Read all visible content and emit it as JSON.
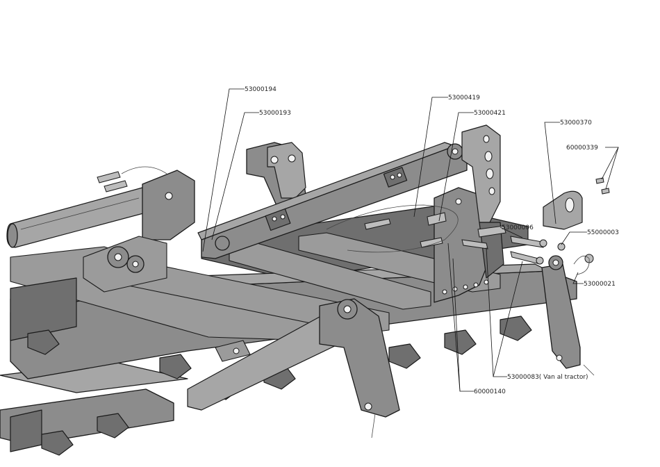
{
  "drawing": {
    "part_labels": {
      "p53000194": "53000194",
      "p53000193": "53000193",
      "p53000419": "53000419",
      "p53000421": "53000421",
      "p53000370": "53000370",
      "p60000339": "60000339",
      "p53000006": "53000006",
      "p55000003": "55000003",
      "p53000021": "53000021",
      "p53000083": "53000083( Van al tractor)",
      "p60000140": "60000140"
    }
  },
  "colors": {
    "background": "#ffffff",
    "steel": "#8c8c8c",
    "outline": "#1a1a1a"
  }
}
